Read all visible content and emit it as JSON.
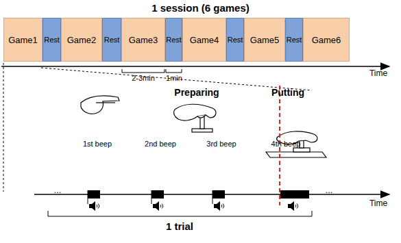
{
  "diagram": {
    "title": "1 session (6 games)",
    "nodes": [
      {
        "text": [
          "Game1"
        ]
      },
      {
        "text": [
          "Rest"
        ]
      },
      {
        "text": [
          "Game2"
        ]
      },
      {
        "text": [
          "Rest"
        ]
      },
      {
        "text": [
          "Game3"
        ]
      },
      {
        "text": [
          "Rest"
        ]
      },
      {
        "text": [
          "Game4"
        ]
      },
      {
        "text": [
          "Rest"
        ]
      },
      {
        "text": [
          "Game5"
        ]
      },
      {
        "text": [
          "Rest"
        ]
      },
      {
        "text": [
          "Game6"
        ]
      }
    ],
    "labels": [
      "Time",
      "2-3min",
      "1min",
      "Preparing",
      "Putting",
      "1st beep",
      "2nd beep",
      "3rd beep",
      "4th beep",
      "...",
      "...",
      "Time",
      "1 trial"
    ]
  }
}
